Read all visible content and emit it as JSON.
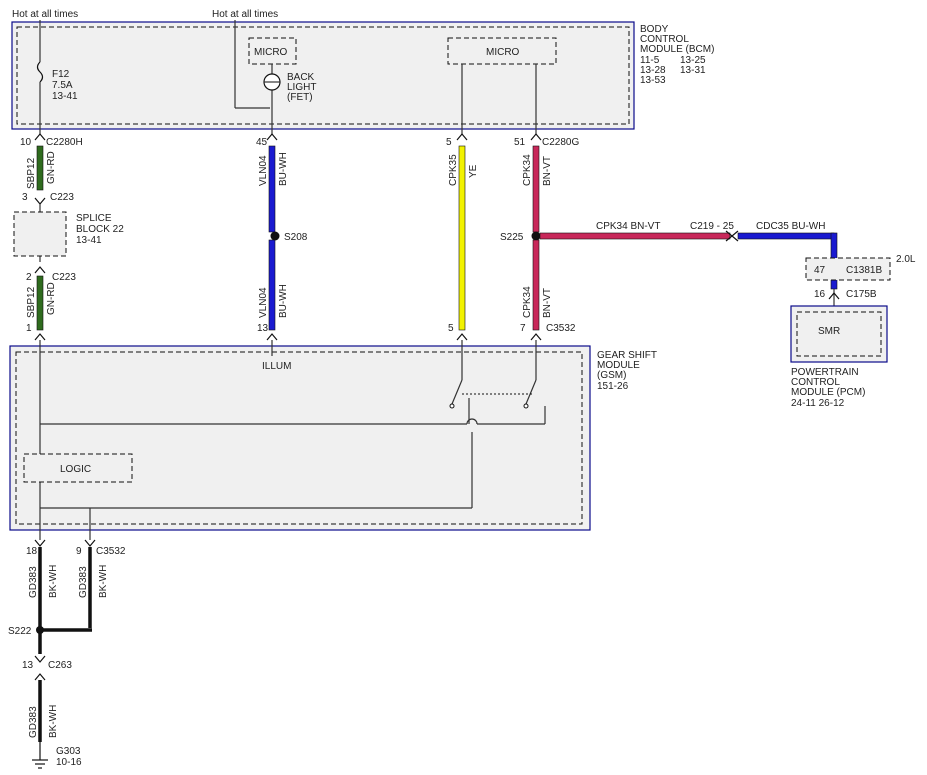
{
  "title_top_left": "Hot at all times",
  "title_top_mid": "Hot at all times",
  "bcm": {
    "name_lines": [
      "BODY",
      "CONTROL",
      "MODULE (BCM)"
    ],
    "refs": [
      "11-5",
      "13-25",
      "13-28",
      "13-31",
      "13-53"
    ],
    "micro_left": "MICRO",
    "micro_right": "MICRO",
    "backlight": [
      "BACK",
      "LIGHT",
      "(FET)"
    ],
    "fuse": [
      "F12",
      "7.5A",
      "13-41"
    ]
  },
  "connectors": {
    "c2280h_pin": "10",
    "c2280h": "C2280H",
    "c2280g_pin45": "45",
    "c2280g_pin5": "5",
    "c2280g_pin51": "51",
    "c2280g": "C2280G",
    "c223_a_pin": "3",
    "c223_a": "C223",
    "c223_b_pin": "2",
    "c223_b": "C223",
    "c3532_pin1": "1",
    "c3532_pin13": "13",
    "c3532_pin5": "5",
    "c3532_pin7": "7",
    "c3532": "C3532",
    "c3532_pin18": "18",
    "c3532_pin9": "9",
    "c3532_b": "C3532",
    "c263_pin": "13",
    "c263": "C263",
    "c219": "C219 - 25",
    "c1381b_pin": "47",
    "c1381b": "C1381B",
    "c175b_pin": "16",
    "c175b": "C175B",
    "engine": "2.0L"
  },
  "wires": {
    "sbp12": "SBP12",
    "gn_rd": "GN-RD",
    "vln04": "VLN04",
    "bu_wh": "BU-WH",
    "cpk35": "CPK35",
    "ye": "YE",
    "cpk34": "CPK34",
    "bn_vt": "BN-VT",
    "gd383": "GD383",
    "bk_wh": "BK-WH",
    "h_cpk34": "CPK34   BN-VT",
    "h_cdc35": "CDC35  BU-WH"
  },
  "splices": {
    "s208": "S208",
    "s225": "S225",
    "s222": "S222"
  },
  "splice_block": [
    "SPLICE",
    "BLOCK 22",
    "13-41"
  ],
  "gsm": {
    "name_lines": [
      "GEAR SHIFT",
      "MODULE",
      "(GSM)",
      "151-26"
    ],
    "illum": "ILLUM",
    "logic": "LOGIC"
  },
  "pcm": {
    "smr": "SMR",
    "name_lines": [
      "POWERTRAIN",
      "CONTROL",
      "MODULE (PCM)",
      "24-11  26-12"
    ]
  },
  "ground": [
    "G303",
    "10-16"
  ],
  "colors": {
    "green": "#2f6b1e",
    "blue": "#1a1ad0",
    "yellow": "#f2f200",
    "pink": "#c8285a",
    "module_outline": "#0a0a8a"
  }
}
